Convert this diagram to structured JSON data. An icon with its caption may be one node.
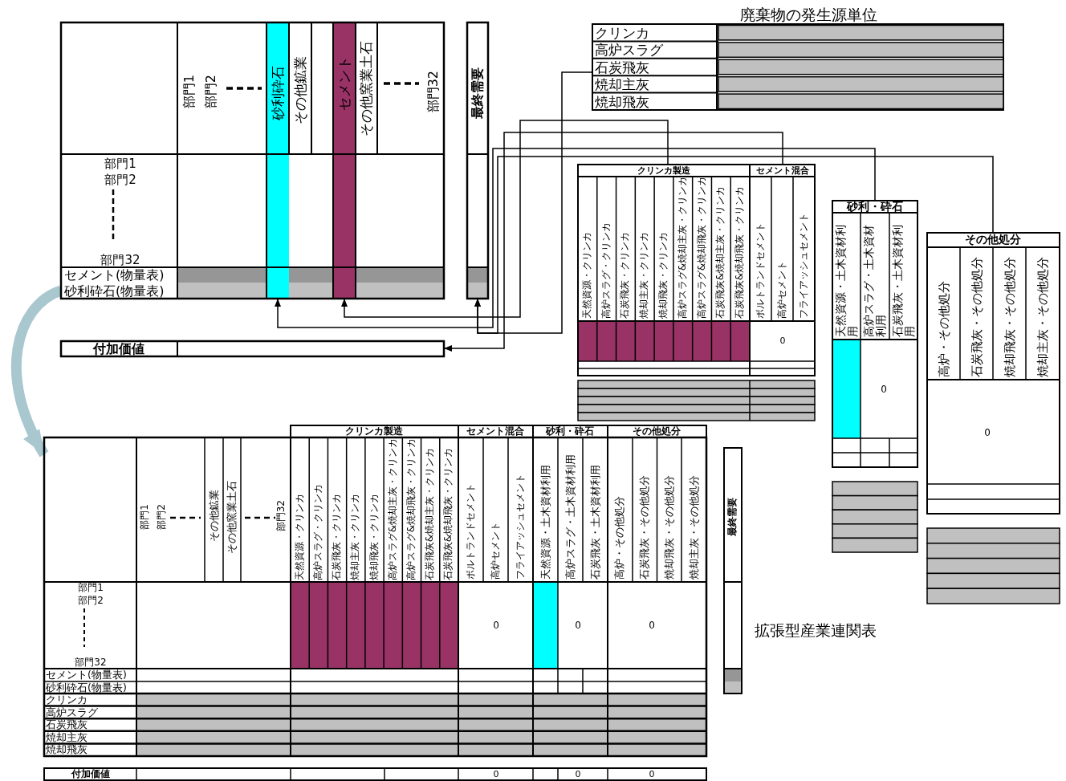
{
  "diagram": {
    "nodes": [
      {
        "text": [
          "部門1",
          "部門2",
          "砂利砕石",
          "その他鉱業",
          "セメント",
          "その他窯業土石",
          "部門32",
          "部門1",
          "部門2",
          "部門32",
          "セメント(物量表)",
          "砂利砕石(物量表)"
        ]
      },
      {
        "text": [
          "最終需要"
        ]
      },
      {
        "text": [
          "付加価値"
        ]
      },
      {
        "text": [
          "廃棄物の発生源単位",
          "クリンカ",
          "高炉スラグ",
          "石炭飛灰",
          "焼却主灰",
          "焼却飛灰"
        ]
      },
      {
        "text": [
          "クリンカ製造",
          "セメント混合",
          "天然資源・クリンカ",
          "高炉スラグ・クリンカ",
          "石炭飛灰・クリンカ",
          "焼却主灰・クリンカ",
          "焼却飛灰・クリンカ",
          "高炉スラグ&焼却主灰・クリンカ",
          "高炉スラグ&焼却飛灰・クリンカ",
          "石炭飛灰&焼却主灰・クリンカ",
          "石炭飛灰&焼却飛灰・クリンカ",
          "ポルトランドセメント",
          "高炉セメント",
          "フライアッシュセメント",
          "0"
        ]
      },
      {
        "text": [
          "砂利・砕石",
          "天然資源・土木資材利用",
          "高炉スラグ・土木資材利用",
          "石炭飛灰・土木資材利用",
          "0"
        ]
      },
      {
        "text": [
          "その他処分",
          "高炉・その他処分",
          "石炭飛灰・その他処分",
          "焼却飛灰・その他処分",
          "焼却主灰・その他処分",
          "0"
        ]
      },
      {
        "text": [
          "クリンカ製造",
          "セメント混合",
          "砂利・砕石",
          "その他処分",
          "部門1",
          "部門2",
          "その他鉱業",
          "その他窯業土石",
          "部門32",
          "天然資源・クリンカ",
          "高炉スラグ・クリンカ",
          "石炭飛灰・クリンカ",
          "焼却主灰・クリンカ",
          "焼却飛灰・クリンカ",
          "高炉スラグ&焼却主灰・クリンカ",
          "高炉スラグ&焼却飛灰・クリンカ",
          "石炭飛灰&焼却主灰・クリンカ",
          "石炭飛灰&焼却飛灰・クリンカ",
          "ポルトランドセメント",
          "高炉セメント",
          "フライアッシュセメント",
          "天然資源・土木資材利用",
          "高炉スラグ・土木資材利用",
          "石炭飛灰・土木資材利用",
          "高炉・その他処分",
          "石炭飛灰・その他処分",
          "焼却飛灰・その他処分",
          "焼却主灰・その他処分",
          "部門1",
          "部門2",
          "部門32",
          "0",
          "0",
          "0",
          "セメント(物量表)",
          "砂利砕石(物量表)",
          "クリンカ",
          "高炉スラグ",
          "石炭飛灰",
          "焼却主灰",
          "焼却飛灰"
        ]
      },
      {
        "text": [
          "最終需要"
        ]
      },
      {
        "text": [
          "付加価値",
          "0",
          "0",
          "0"
        ]
      }
    ],
    "edges": [
      {
        "from": 3,
        "to": 1,
        "arrow": "to"
      },
      {
        "from": 4,
        "to": 0,
        "arrow": "to"
      },
      {
        "from": 4,
        "to": 2,
        "arrow": "to"
      },
      {
        "from": 5,
        "to": 0,
        "arrow": "to"
      },
      {
        "from": 6,
        "to": 1,
        "arrow": "to"
      },
      {
        "from": 0,
        "to": 7,
        "arrow": "to",
        "style": "thick",
        "color": "#a9c7cf"
      }
    ],
    "labels": [
      "拡張型産業連関表"
    ]
  }
}
